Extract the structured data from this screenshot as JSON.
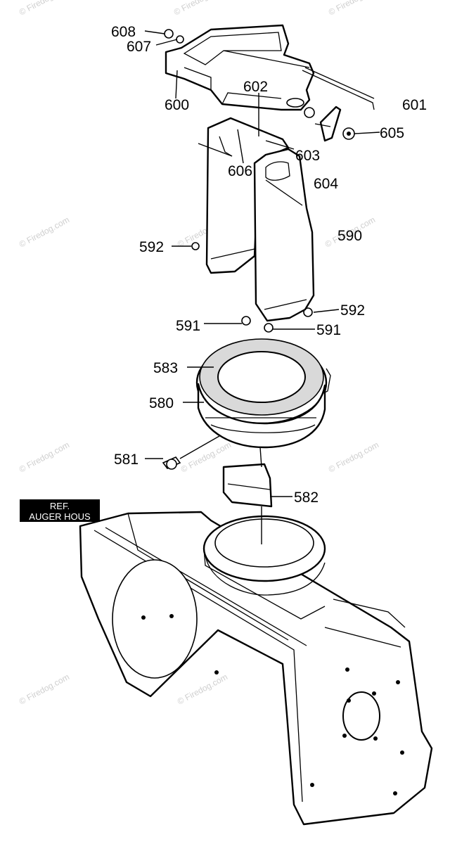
{
  "watermark": "© Firedog.com",
  "reference_box": {
    "line1": "REF.",
    "line2": "AUGER HOUS"
  },
  "callouts": [
    {
      "id": "608",
      "label": "608"
    },
    {
      "id": "607",
      "label": "607"
    },
    {
      "id": "600",
      "label": "600"
    },
    {
      "id": "602",
      "label": "602"
    },
    {
      "id": "601",
      "label": "601"
    },
    {
      "id": "605",
      "label": "605"
    },
    {
      "id": "603",
      "label": "603"
    },
    {
      "id": "606",
      "label": "606"
    },
    {
      "id": "604",
      "label": "604"
    },
    {
      "id": "590",
      "label": "590"
    },
    {
      "id": "592a",
      "label": "592"
    },
    {
      "id": "592b",
      "label": "592"
    },
    {
      "id": "591a",
      "label": "591"
    },
    {
      "id": "591b",
      "label": "591"
    },
    {
      "id": "583",
      "label": "583"
    },
    {
      "id": "580",
      "label": "580"
    },
    {
      "id": "581",
      "label": "581"
    },
    {
      "id": "582",
      "label": "582"
    }
  ]
}
